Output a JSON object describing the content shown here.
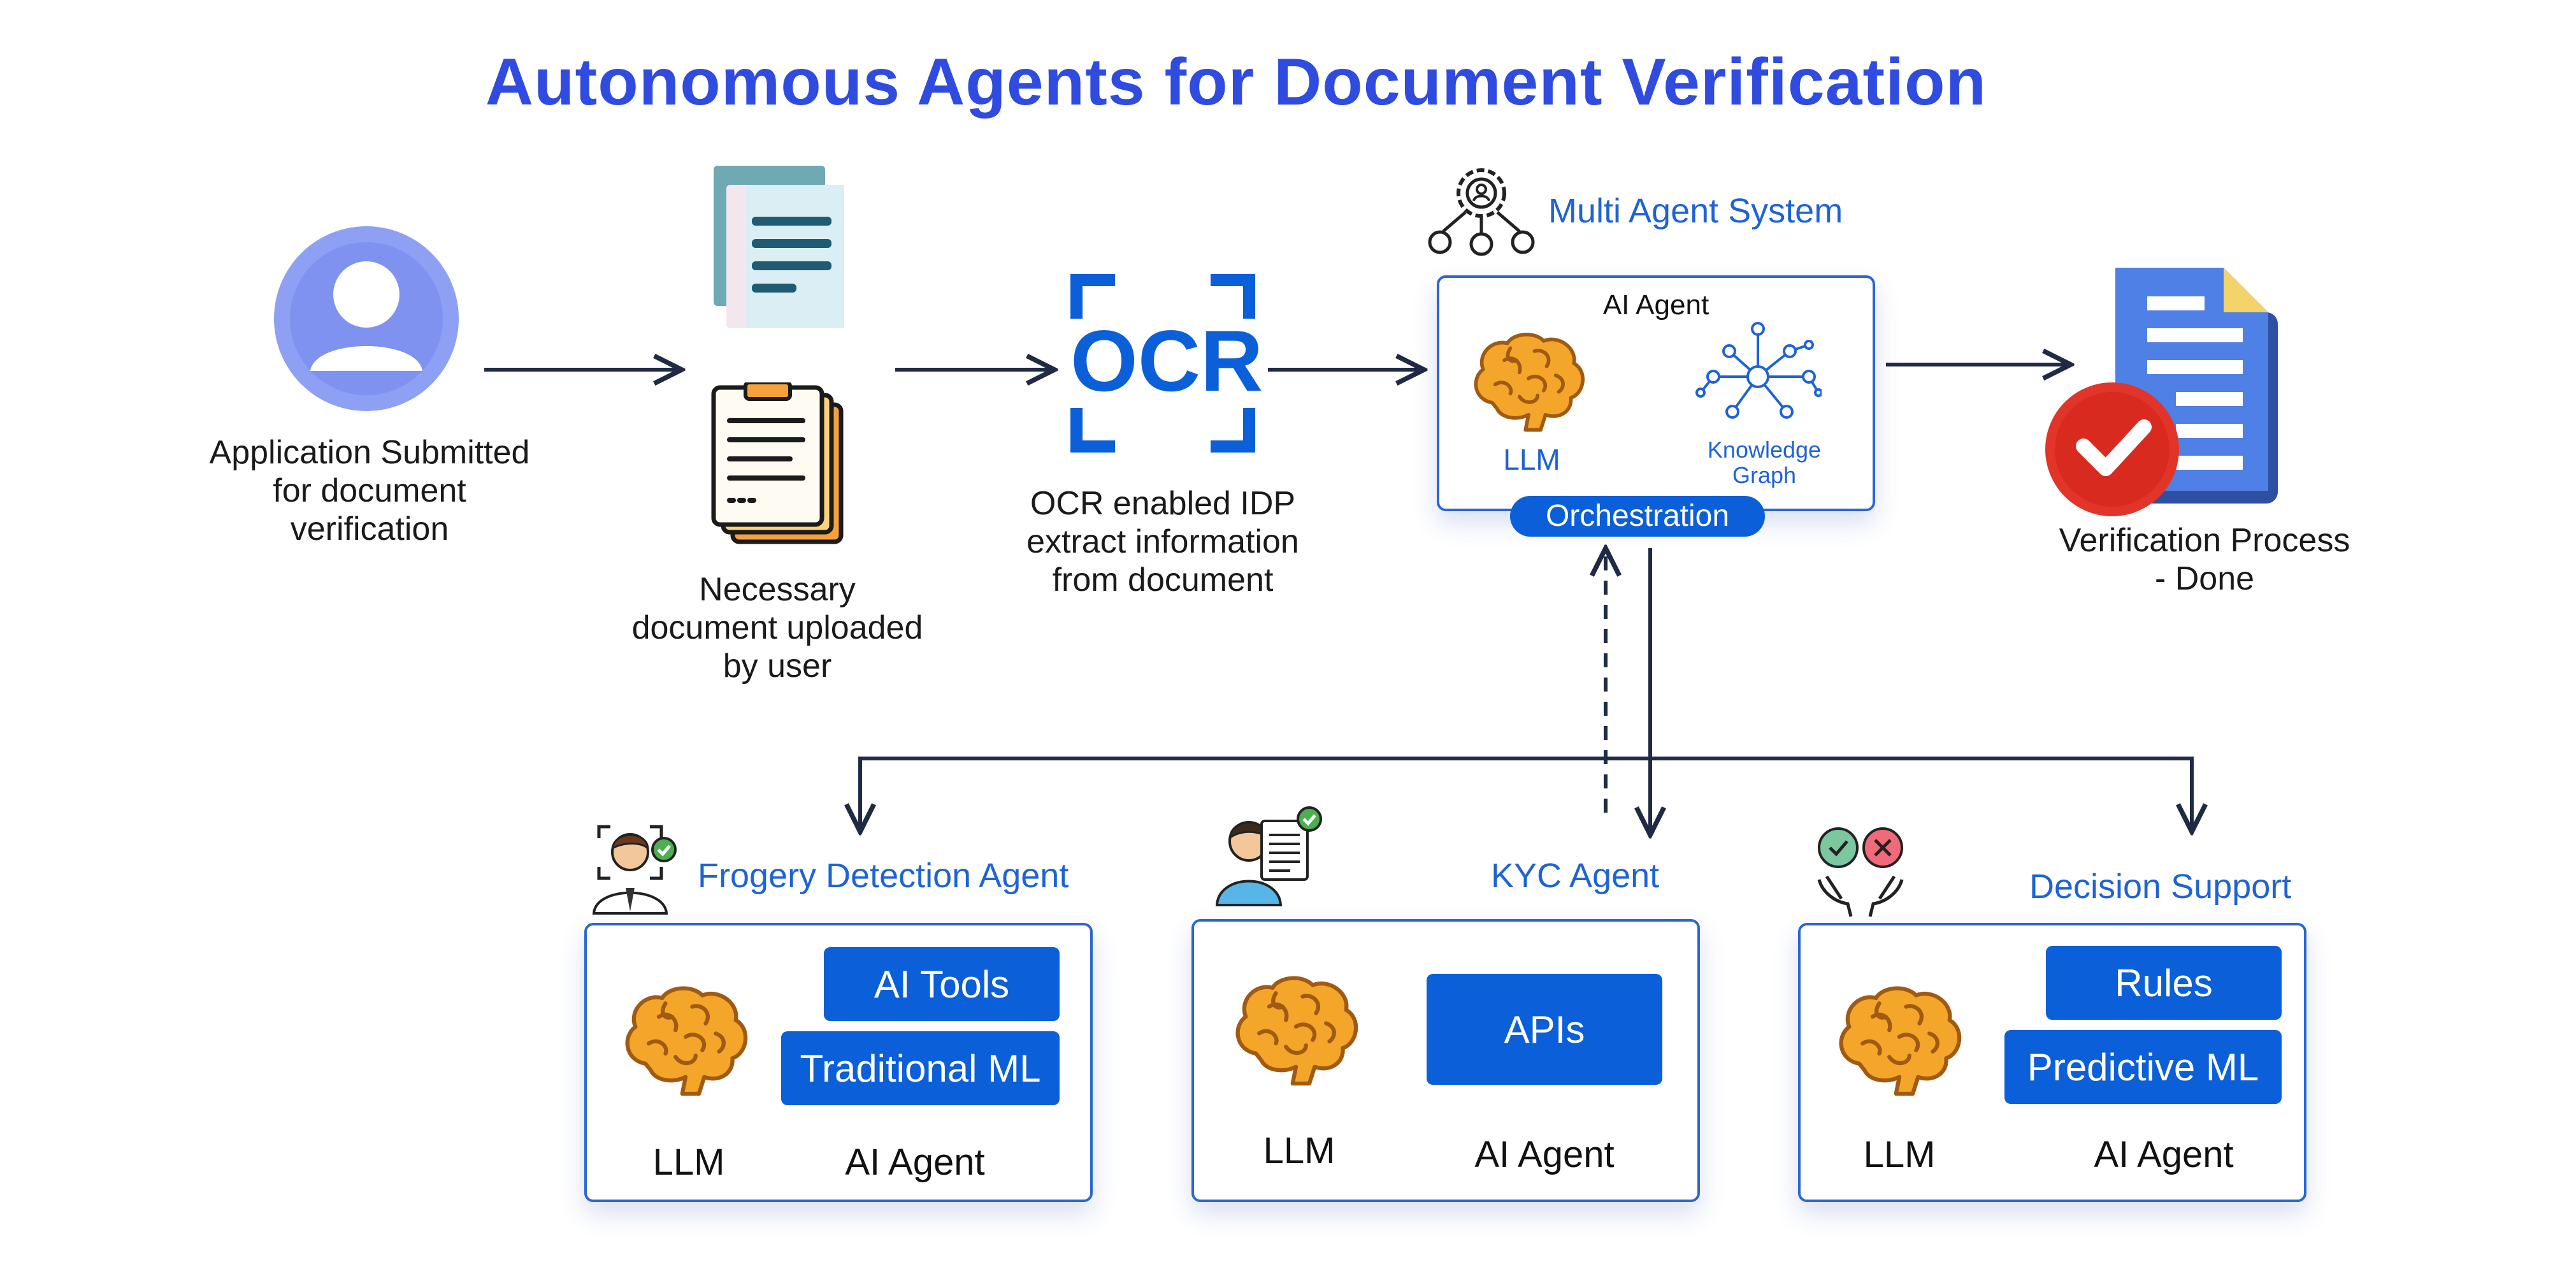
{
  "title": "Autonomous Agents for Document Verification",
  "top_flow": {
    "applicant": {
      "caption_lines": [
        "Application Submitted",
        "for document",
        "verification"
      ],
      "icon": "user-avatar-icon"
    },
    "documents": {
      "caption_lines": [
        "Necessary",
        "document uploaded",
        "by user"
      ],
      "icons": [
        "document-icon",
        "clipboard-icon"
      ]
    },
    "ocr": {
      "icon_text": "OCR",
      "caption_lines": [
        "OCR enabled IDP",
        "extract information",
        "from document"
      ]
    },
    "multi_agent": {
      "heading": "Multi Agent System",
      "icon": "multi-agent-gear-icon",
      "box_title": "AI Agent",
      "llm_label": "LLM",
      "kg_label_lines": [
        "Knowledge",
        "Graph"
      ],
      "orchestration": "Orchestration"
    },
    "done": {
      "caption_lines": [
        "Verification Process",
        "- Done"
      ],
      "icon": "verified-document-icon"
    }
  },
  "agents": [
    {
      "heading": "Frogery Detection Agent",
      "icon": "forgery-person-icon",
      "pills": [
        "AI Tools",
        "Traditional ML"
      ],
      "llm_label": "LLM",
      "agent_label": "AI Agent"
    },
    {
      "heading": "KYC Agent",
      "icon": "kyc-person-document-icon",
      "pills": [
        "APIs"
      ],
      "llm_label": "LLM",
      "agent_label": "AI Agent"
    },
    {
      "heading": "Decision Support",
      "icon": "decision-hands-icon",
      "pills": [
        "Rules",
        "Predictive ML"
      ],
      "llm_label": "LLM",
      "agent_label": "AI Agent"
    }
  ],
  "colors": {
    "title": "#2f4be0",
    "accent": "#0b5fd9",
    "heading_blue": "#1e63d6",
    "arrow": "#1f2a44",
    "brain": "#f3a72a"
  }
}
